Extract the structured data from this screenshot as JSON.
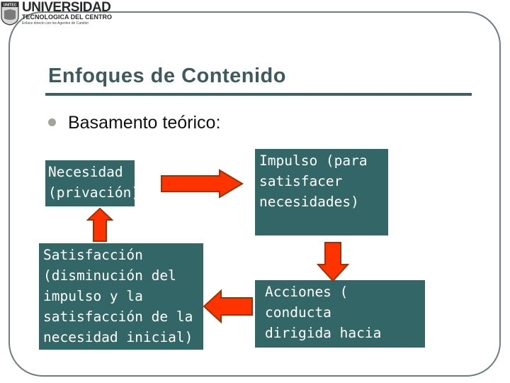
{
  "logo": {
    "name": "UNIVERSIDAD",
    "subtitle": "TECNOLOGICA DEL CENTRO",
    "tagline": "Enlace directo con los Agentes de Cambio",
    "emblem_text": "UNITEC",
    "colors": {
      "text": "#2a2a2a"
    }
  },
  "slide": {
    "title": "Enfoques de Contenido",
    "bullet": "Basamento teórico:",
    "colors": {
      "title": "#3f5a5d",
      "box_fill": "#336666",
      "arrow_fill": "#ff3300",
      "arrow_stroke": "#993300"
    }
  },
  "diagram": {
    "necesidad": "Necesidad\n(privación)",
    "impulso": "Impulso (para\nsatisfacer\nnecesidades)",
    "acciones": "Acciones ( conducta\ndirigida hacia\nla meta)",
    "satisfaccion": "Satisfacción\n(disminución del\nimpulso y la\nsatisfacción de la\nnecesidad inicial)",
    "arrows": [
      {
        "from": "necesidad",
        "to": "impulso",
        "icon": "arrow-right-icon"
      },
      {
        "from": "impulso",
        "to": "acciones",
        "icon": "arrow-down-icon"
      },
      {
        "from": "acciones",
        "to": "satisfaccion",
        "icon": "arrow-left-icon"
      },
      {
        "from": "satisfaccion",
        "to": "necesidad",
        "icon": "arrow-up-icon"
      }
    ]
  }
}
